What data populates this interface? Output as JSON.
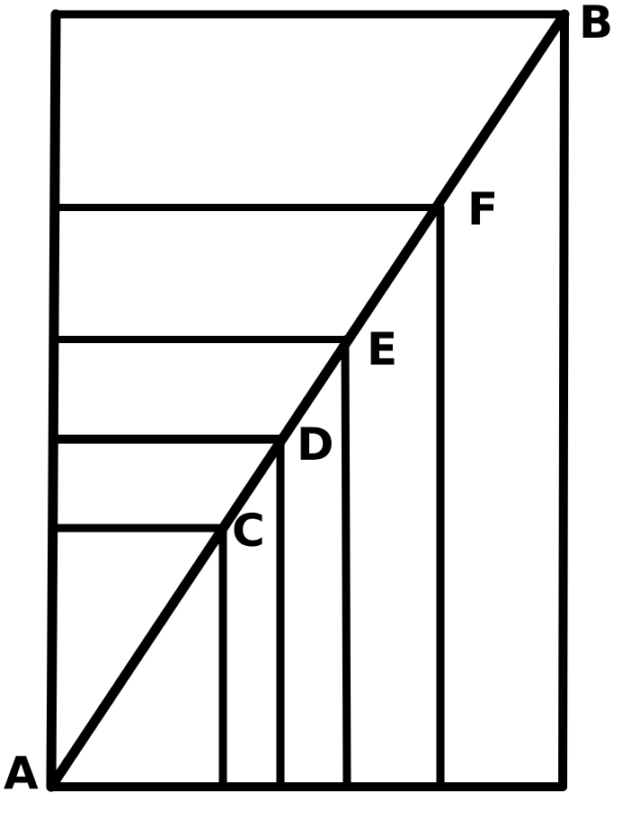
{
  "colors": {
    "background": "#ffffff",
    "ink": "#000000"
  },
  "points": {
    "A": "A",
    "B": "B",
    "C": "C",
    "D": "D",
    "E": "E",
    "F": "F"
  }
}
